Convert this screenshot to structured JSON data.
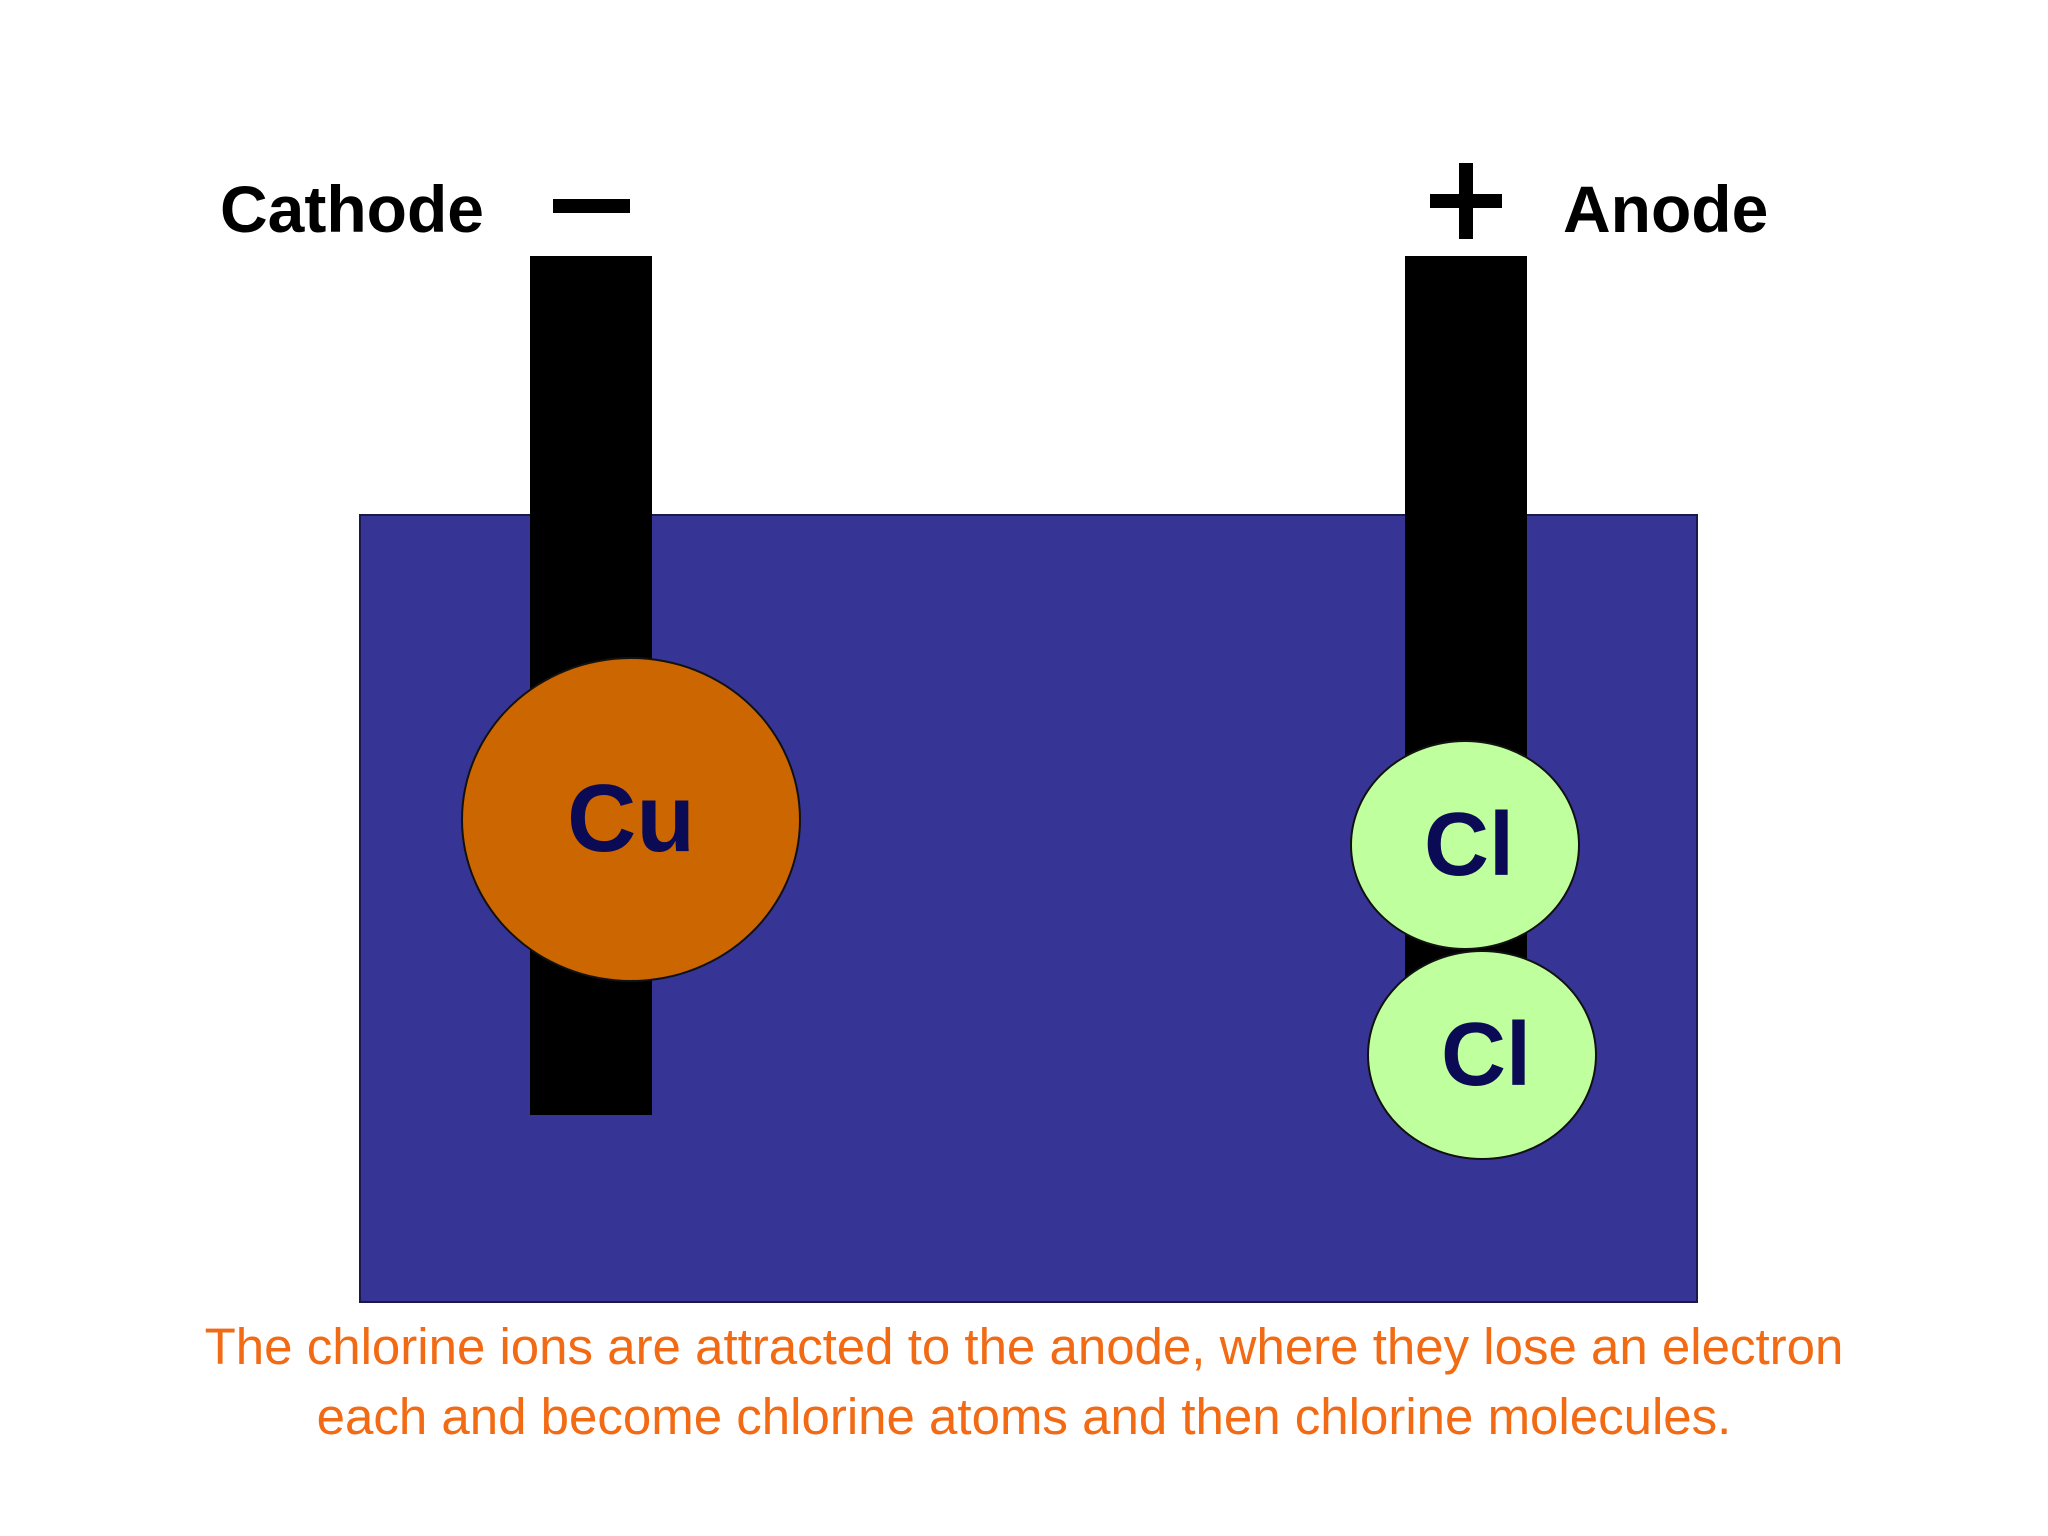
{
  "cathode": {
    "label": "Cathode",
    "sign": "negative"
  },
  "anode": {
    "label": "Anode",
    "sign": "positive"
  },
  "atoms": {
    "copper": {
      "symbol": "Cu",
      "color": "#cc6600"
    },
    "chlorine_1": {
      "symbol": "Cl",
      "color": "#c0ff9e"
    },
    "chlorine_2": {
      "symbol": "Cl",
      "color": "#c0ff9e"
    }
  },
  "electrolyte_color": "#363596",
  "caption": {
    "line1": "The chlorine ions are attracted to the anode, where they lose an electron",
    "line2": "each and become chlorine atoms and then chlorine molecules."
  },
  "caption_color": "#f26a13"
}
